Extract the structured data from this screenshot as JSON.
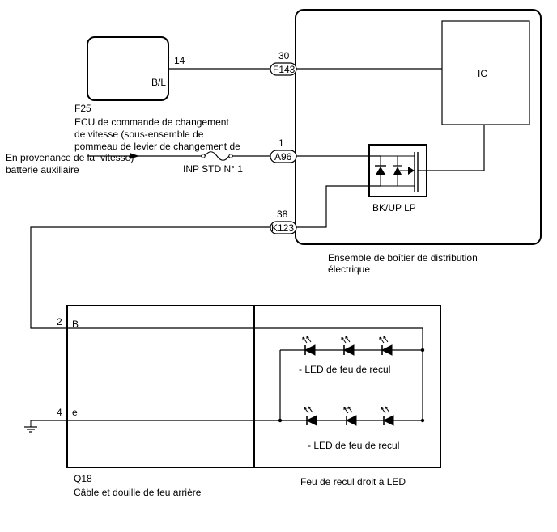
{
  "ecu": {
    "pin": "14",
    "wire_color": "B/L",
    "code": "F25",
    "name_lines": [
      "ECU de commande de changement",
      "de vitesse (sous-ensemble de",
      "pommeau de levier de changement de",
      "vitesse)"
    ]
  },
  "source": {
    "lines": [
      "En provenance de la",
      "batterie auxiliaire"
    ]
  },
  "fuse": {
    "label": "INP STD N° 1"
  },
  "junction_box": {
    "name_lines": [
      "Ensemble de boîtier de distribution",
      "électrique"
    ],
    "ic_label": "IC",
    "relay_label": "BK/UP LP",
    "connectors": [
      {
        "pin": "30",
        "code": "F143"
      },
      {
        "pin": "1",
        "code": "A96"
      },
      {
        "pin": "38",
        "code": "K123"
      }
    ]
  },
  "socket": {
    "code": "Q18",
    "name": "Câble et douille de feu arrière",
    "pin_b": {
      "num": "2",
      "letter": "B"
    },
    "pin_e": {
      "num": "4",
      "letter": "e"
    }
  },
  "lamp": {
    "name": "Feu de recul droit à LED",
    "led_row_1": "- LED de feu de recul",
    "led_row_2": "- LED de feu de recul"
  },
  "icons": [
    "ground-icon",
    "fuse-icon",
    "diode-icon",
    "led-icon",
    "transistor-icon",
    "arrow-icon"
  ]
}
